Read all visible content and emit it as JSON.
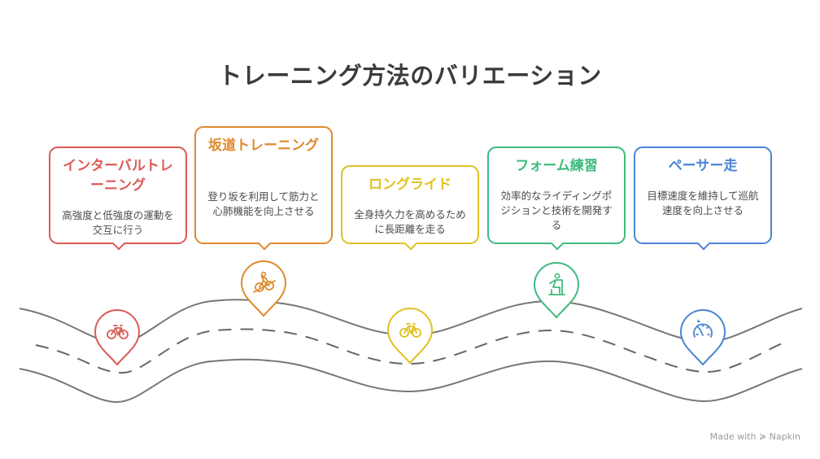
{
  "title": "トレーニング方法のバリエーション",
  "steps": [
    {
      "title": "インターバルトレーニング",
      "desc": "高強度と低強度の運動を交互に行う",
      "color": "#db5a55",
      "icon": "bicycle-icon"
    },
    {
      "title": "坂道トレーニング",
      "desc": "登り坂を利用して筋力と心肺機能を向上させる",
      "color": "#de8a2e",
      "icon": "uphill-cyclist-icon"
    },
    {
      "title": "ロングライド",
      "desc": "全身持久力を高めるために長距離を走る",
      "color": "#e0c11f",
      "icon": "bicycle-icon"
    },
    {
      "title": "フォーム練習",
      "desc": "効率的なライディングポジションと技術を開発する",
      "color": "#3fba7f",
      "icon": "stationary-bike-icon"
    },
    {
      "title": "ペーサー走",
      "desc": "目標速度を維持して巡航速度を向上させる",
      "color": "#4a84d4",
      "icon": "speedometer-icon"
    }
  ],
  "watermark": "Made with ≽ Napkin"
}
